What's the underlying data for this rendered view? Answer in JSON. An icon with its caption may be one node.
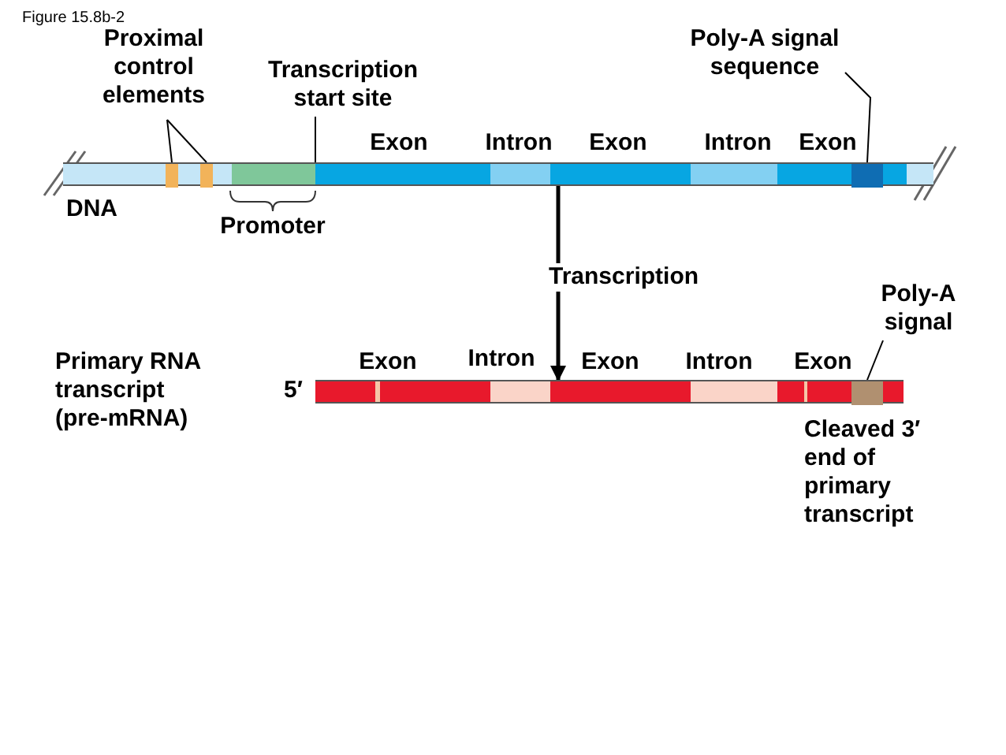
{
  "diagram": {
    "nodes": [
      {
        "text": [
          "Proximal control elements"
        ]
      },
      {
        "text": [
          "Transcription start site"
        ]
      },
      {
        "text": [
          "Poly-A signal sequence"
        ]
      },
      {
        "text": [],
        "shape": "bar",
        "beside": [
          "DNA"
        ]
      },
      {
        "text": [],
        "shape": "box",
        "in": 3
      },
      {
        "text": [],
        "shape": "box",
        "in": 3
      },
      {
        "text": [],
        "shape": "box",
        "in": 3
      },
      {
        "text": [
          "Poly-A signal"
        ]
      },
      {
        "text": [],
        "shape": "bar",
        "beside": [
          "Primary RNA transcript (pre-mRNA)",
          "5′"
        ]
      },
      {
        "text": [],
        "shape": "box",
        "in": 8
      }
    ],
    "edges": [
      {
        "from": 0,
        "to": 4,
        "arrow": "none"
      },
      {
        "from": 0,
        "to": 5,
        "arrow": "none"
      },
      {
        "from": 1,
        "to": 3,
        "arrow": "none"
      },
      {
        "from": 2,
        "to": 6,
        "arrow": "none"
      },
      {
        "from": 3,
        "to": 8,
        "arrow": "to",
        "label": "Transcription",
        "style": "thick"
      },
      {
        "from": 7,
        "to": 9,
        "arrow": "none"
      }
    ],
    "labels": [
      "Figure 15.8b-2",
      "Exon",
      "Intron",
      "Exon",
      "Intron",
      "Exon",
      "Promoter",
      "Exon",
      "Intron",
      "Exon",
      "Intron",
      "Exon",
      "Cleaved 3′ end of primary transcript"
    ]
  }
}
